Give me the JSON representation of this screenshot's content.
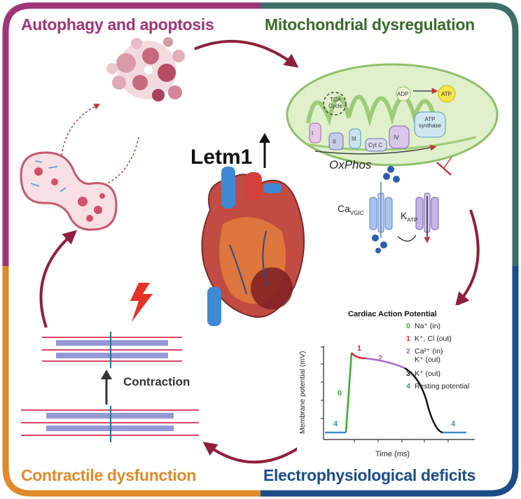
{
  "titles": {
    "autophagy": "Autophagy and apoptosis",
    "mitochondrial": "Mitochondrial dysregulation",
    "contractile": "Contractile dysfunction",
    "electrophysiological": "Electrophysiological deficits"
  },
  "center": {
    "gene": "Letm1"
  },
  "mitochondrion": {
    "tca": "TCA\nCycle",
    "complexes": [
      "I",
      "II",
      "III",
      "Cyt C",
      "IV"
    ],
    "adp": "ADP",
    "atp": "ATP",
    "synthase": "ATP synthase",
    "oxphos": "OxPhos"
  },
  "channels": {
    "cav_main": "Ca",
    "cav_sub": "VGIC",
    "katp_main": "K",
    "katp_sub": "ATP"
  },
  "contraction_label": "Contraction",
  "action_potential": {
    "title": "Cardiac Action Potential",
    "ylabel": "Membrane potential (mV)",
    "xlabel": "Time (ms)",
    "legend": [
      {
        "num": "0",
        "text": "Na⁺ (in)",
        "color": "#3aa835"
      },
      {
        "num": "1",
        "text": "K⁺, Cl (out)",
        "color": "#d8262c"
      },
      {
        "num": "2",
        "text": "Ca²⁺ (in)",
        "text2": "K⁺ (out)",
        "color": "#b065c8"
      },
      {
        "num": "3",
        "text": "K⁺ (out)",
        "color": "#111111"
      },
      {
        "num": "4",
        "text": "Resting potential",
        "color": "#3b8fd0"
      }
    ],
    "phase_labels": [
      "0",
      "1",
      "2",
      "4",
      "4"
    ]
  },
  "colors": {
    "autophagy": "#a03577",
    "mitochondrial": "#3a6a2d",
    "contractile": "#e08a2a",
    "electrophysiological": "#1c4c8a",
    "arrow": "#8e1f3d"
  }
}
